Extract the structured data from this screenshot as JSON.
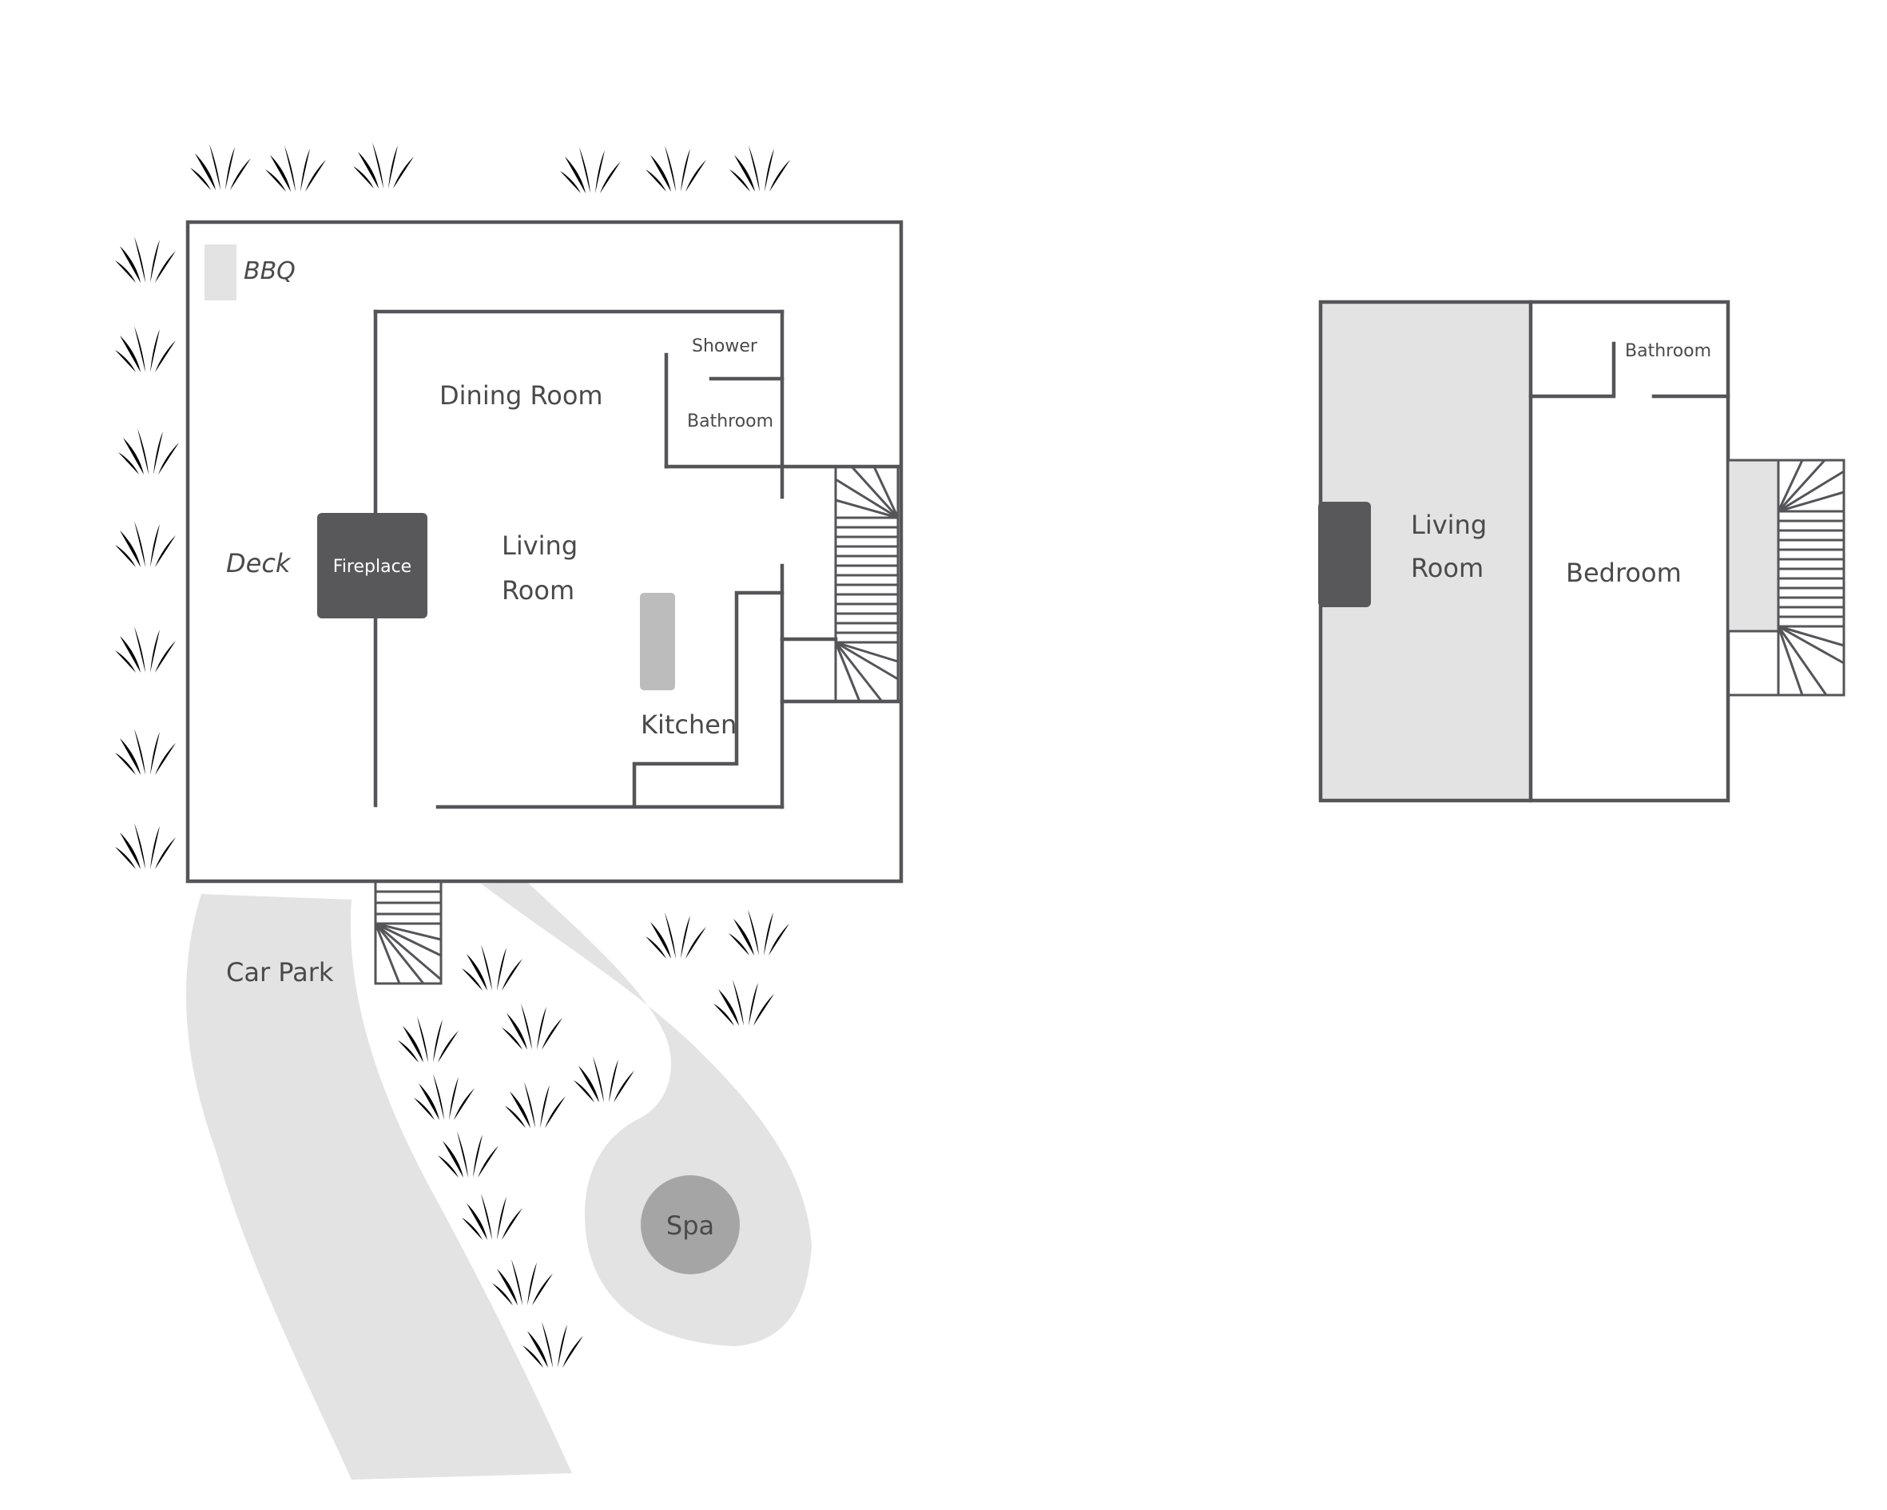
{
  "colors": {
    "wall": "#555559",
    "pavement": "#e3e3e3",
    "fireplace": "#58585a",
    "spa": "#a5a5a5",
    "bench": "#bcbcbc",
    "grass": "#a7c2ab"
  },
  "labels": {
    "bbq": "BBQ",
    "deck": "Deck",
    "dining_room": "Dining Room",
    "shower": "Shower",
    "bathroom_ground": "Bathroom",
    "fireplace": "Fireplace",
    "living_room_line1": "Living",
    "living_room_line2": "Room",
    "kitchen": "Kitchen",
    "car_park": "Car Park",
    "spa": "Spa",
    "upper_living_line1": "Living",
    "upper_living_line2": "Room",
    "bedroom": "Bedroom",
    "bathroom_upper": "Bathroom"
  },
  "icons": {
    "grass": "grass-tuft-icon",
    "stairs": "staircase-icon"
  }
}
